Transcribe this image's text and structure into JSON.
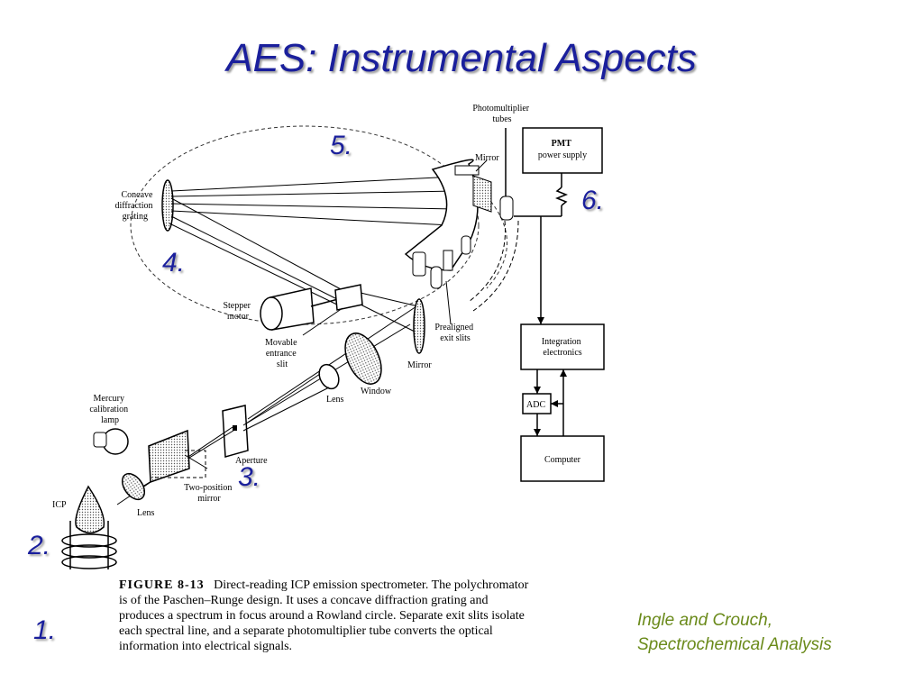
{
  "slide": {
    "title": "AES: Instrumental Aspects",
    "markers": [
      "1.",
      "2.",
      "3.",
      "4.",
      "5.",
      "6."
    ],
    "credit_line1": "Ingle and Crouch,",
    "credit_line2": "Spectrochemical Analysis"
  },
  "figure": {
    "labels": {
      "photomultiplier": [
        "Photomultiplier",
        "tubes"
      ],
      "mirror_top": "Mirror",
      "pmt_box": [
        "PMT",
        "power supply"
      ],
      "grating": [
        "Concave",
        "diffraction",
        "grating"
      ],
      "stepper": [
        "Stepper",
        "motor"
      ],
      "movable_slit": [
        "Movable",
        "entrance",
        "slit"
      ],
      "prealigned": [
        "Prealigned",
        "exit slits"
      ],
      "integration": [
        "Integration",
        "electronics"
      ],
      "mirror_bottom": "Mirror",
      "window": "Window",
      "lens_upper": "Lens",
      "mercury": [
        "Mercury",
        "calibration",
        "lamp"
      ],
      "adc": "ADC",
      "aperture": "Aperture",
      "two_position": [
        "Two-position",
        "mirror"
      ],
      "computer": "Computer",
      "icp": "ICP",
      "lens_lower": "Lens"
    },
    "caption_label": "FIGURE 8-13",
    "caption_text": "Direct-reading ICP emission spectrometer. The polychromator is of the Paschen–Runge design. It uses a concave diffraction grating and produces a spectrum in focus around a Rowland circle. Separate exit slits isolate each spectral line, and a separate photomultiplier tube converts the optical information into electrical signals."
  }
}
